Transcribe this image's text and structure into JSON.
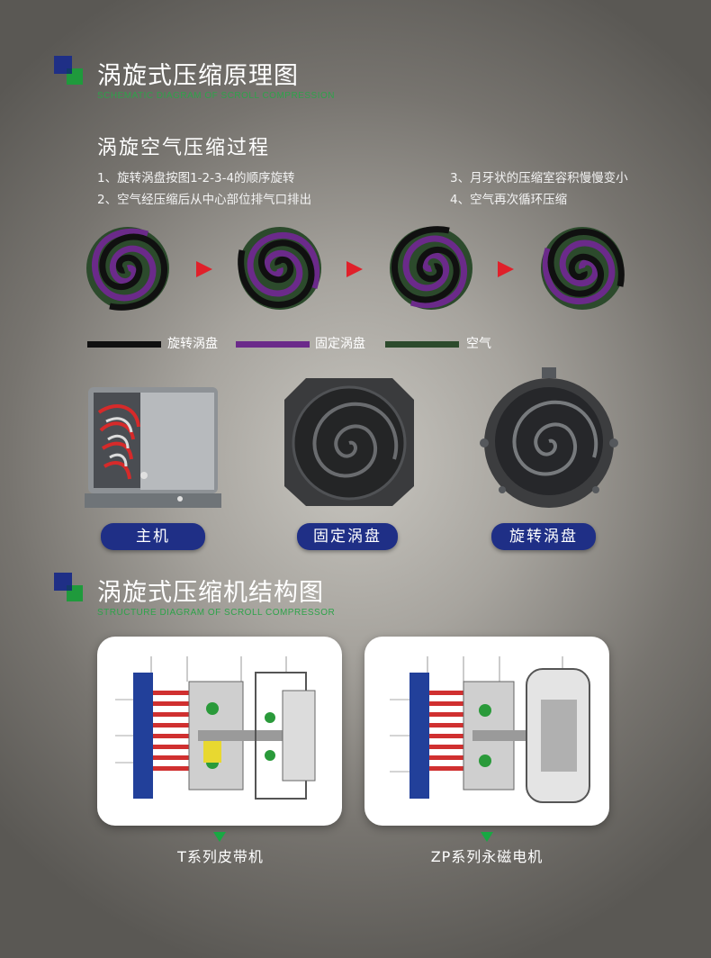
{
  "section1": {
    "title": "涡旋式压缩原理图",
    "subtitle": "SCHEMATIC DIAGRAM OF SCROLL COMPRESSION"
  },
  "process": {
    "heading": "涡旋空气压缩过程",
    "steps": [
      "1、旋转涡盘按图1-2-3-4的顺序旋转",
      "2、空气经压缩后从中心部位排气口排出",
      "3、月牙状的压缩室容积慢慢变小",
      "4、空气再次循环压缩"
    ]
  },
  "legend": {
    "items": [
      {
        "label": "旋转涡盘",
        "color": "#101010"
      },
      {
        "label": "固定涡盘",
        "color": "#6b2a8a"
      },
      {
        "label": "空气",
        "color": "#2c4a2c"
      }
    ]
  },
  "parts": [
    {
      "label": "主机",
      "icon": "compressor-main-unit-image"
    },
    {
      "label": "固定涡盘",
      "icon": "fixed-scroll-image"
    },
    {
      "label": "旋转涡盘",
      "icon": "orbiting-scroll-image"
    }
  ],
  "section2": {
    "title": "涡旋式压缩机结构图",
    "subtitle": "STRUCTURE DIAGRAM OF SCROLL COMPRESSOR"
  },
  "models": [
    {
      "caption": "T系列皮带机",
      "icon": "t-series-cross-section-image"
    },
    {
      "caption": "ZP系列永磁电机",
      "icon": "zp-series-cross-section-image"
    }
  ],
  "colors": {
    "accent_blue": "#1f2f86",
    "accent_green": "#18a843",
    "arrow_red": "#e0202a",
    "fixed_scroll": "#6b2a8a",
    "air": "#2c4a2c"
  }
}
